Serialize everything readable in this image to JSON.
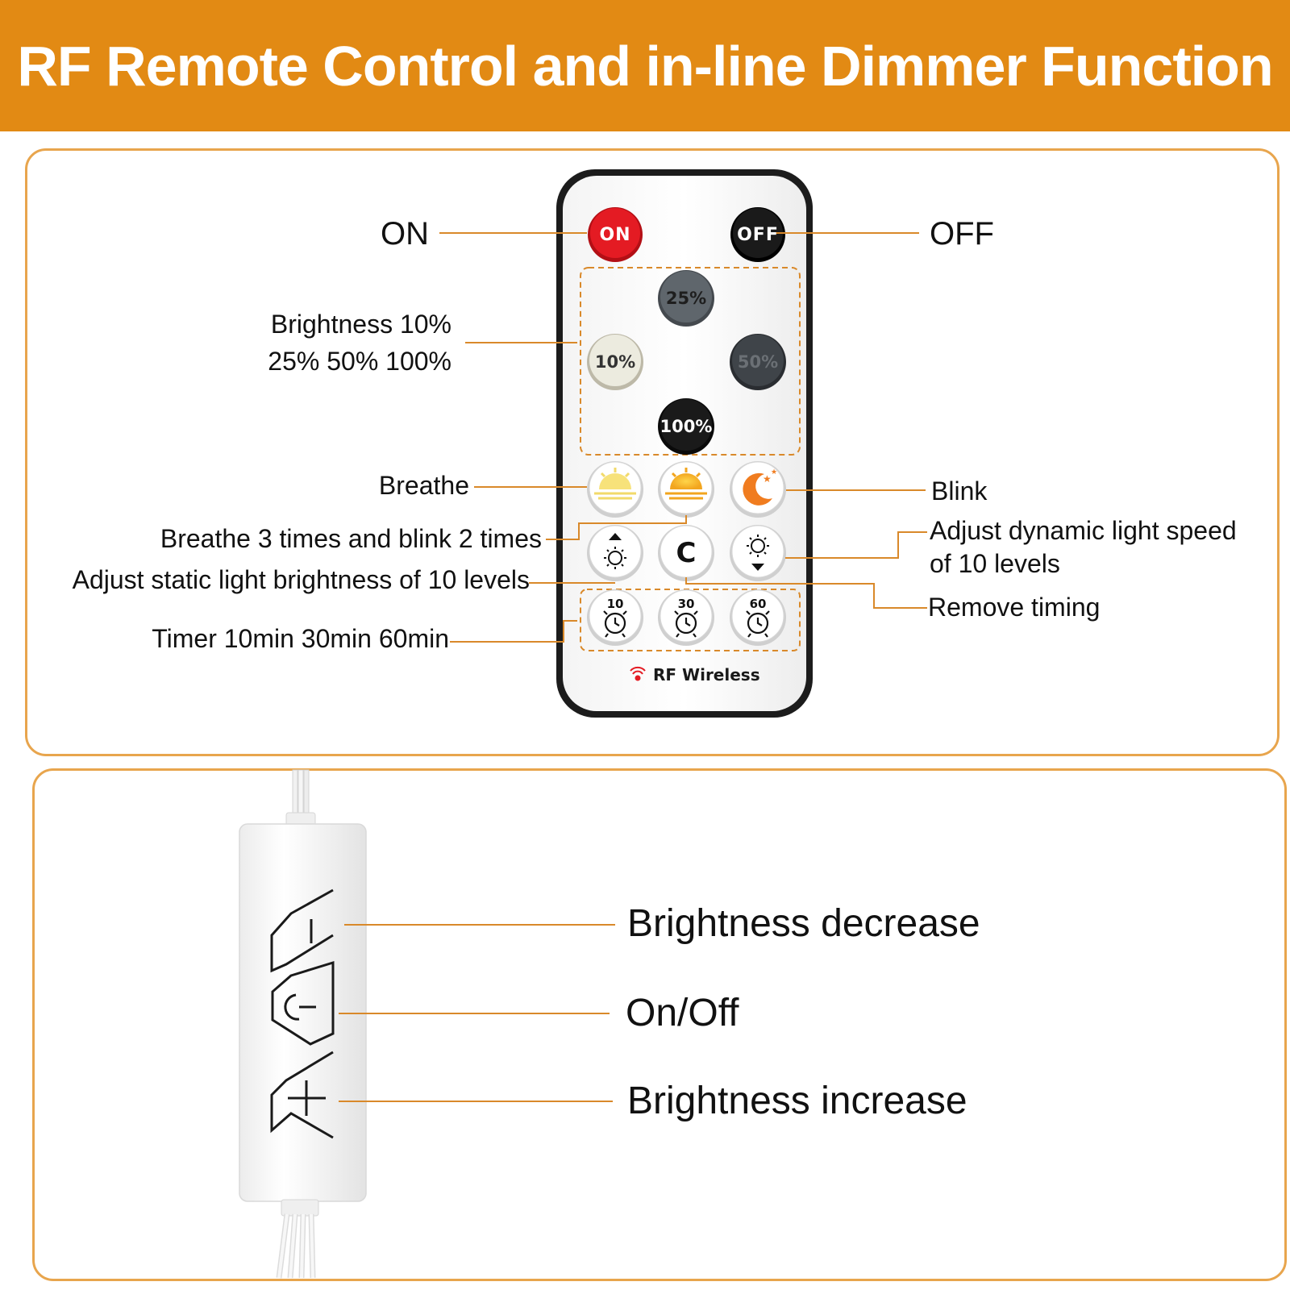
{
  "title": "RF Remote Control and in-line Dimmer Function",
  "colors": {
    "banner": "#E28A14",
    "accent_line": "#D9892A",
    "panel_border": "#E8A54D",
    "on_button": "#E41B23",
    "off_button": "#1A1A1A"
  },
  "remote": {
    "buttons": {
      "on": "ON",
      "off": "OFF",
      "b25": "25%",
      "b10": "10%",
      "b50": "50%",
      "b100": "100%",
      "clear": "C",
      "t10": "10",
      "t30": "30",
      "t60": "60"
    },
    "footer": "RF Wireless"
  },
  "callouts": {
    "on": "ON",
    "off": "OFF",
    "brightness_line1": "Brightness 10%",
    "brightness_line2": "25% 50% 100%",
    "breathe": "Breathe",
    "blink": "Blink",
    "breathe_blink": "Breathe 3 times and blink 2 times",
    "dynamic_line1": "Adjust dynamic light speed",
    "dynamic_line2": "of 10 levels",
    "static": "Adjust static light brightness of 10 levels",
    "remove_timing": "Remove timing",
    "timer": "Timer 10min 30min 60min"
  },
  "dimmer": {
    "decrease": "Brightness decrease",
    "onoff": "On/Off",
    "increase": "Brightness increase"
  }
}
